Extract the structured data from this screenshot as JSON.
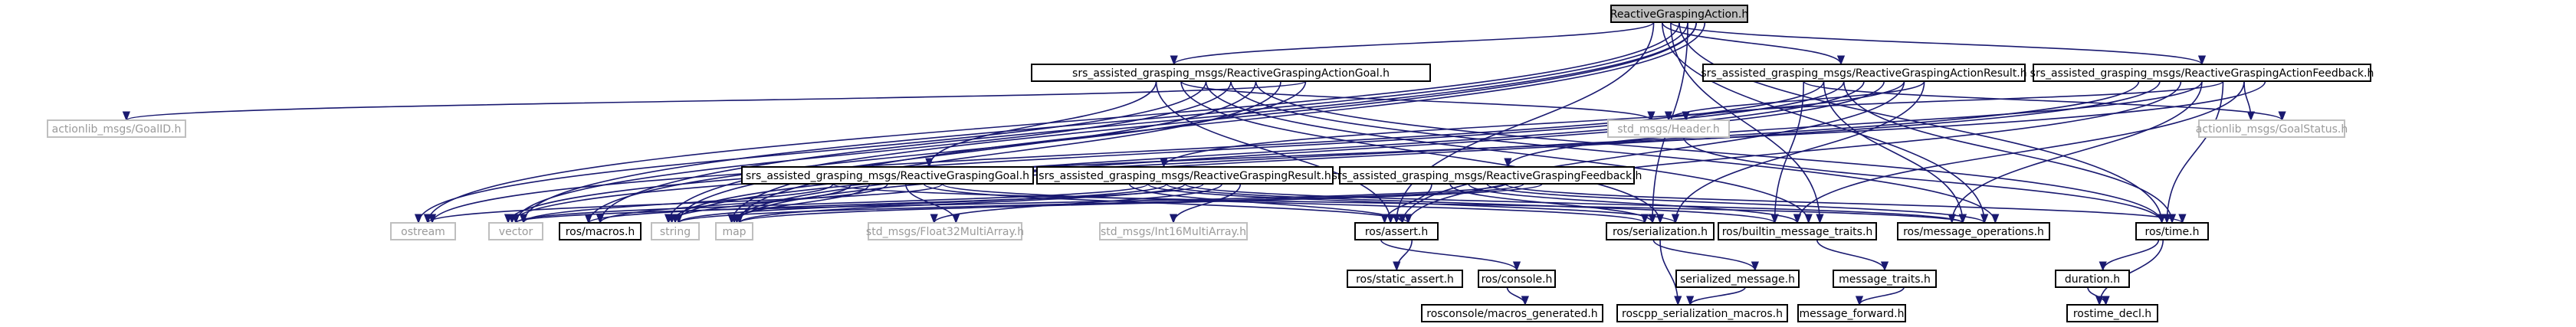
{
  "colors": {
    "edge": "#191970",
    "node_border_dark": "#000000",
    "node_border_light": "#bfbfbf",
    "root_fill": "#bfbfbf",
    "node_fill": "#ffffff",
    "text_dark": "#000000",
    "text_light": "#9a9a9a"
  },
  "nodes": {
    "root": "ReactiveGraspingAction.h",
    "action_goal": "srs_assisted_grasping_msgs/ReactiveGraspingActionGoal.h",
    "action_result": "srs_assisted_grasping_msgs/ReactiveGraspingActionResult.h",
    "action_feedback": "srs_assisted_grasping_msgs/ReactiveGraspingActionFeedback.h",
    "goal_id": "actionlib_msgs/GoalID.h",
    "goal": "srs_assisted_grasping_msgs/ReactiveGraspingGoal.h",
    "result": "srs_assisted_grasping_msgs/ReactiveGraspingResult.h",
    "feedback": "srs_assisted_grasping_msgs/ReactiveGraspingFeedback.h",
    "header": "std_msgs/Header.h",
    "goal_status": "actionlib_msgs/GoalStatus.h",
    "ostream": "ostream",
    "vector": "vector",
    "macros": "ros/macros.h",
    "string": "string",
    "map": "map",
    "float32": "std_msgs/Float32MultiArray.h",
    "int16": "std_msgs/Int16MultiArray.h",
    "assert": "ros/assert.h",
    "serialization": "ros/serialization.h",
    "builtin": "ros/builtin_message_traits.h",
    "msg_ops": "ros/message_operations.h",
    "time": "ros/time.h",
    "static_assert": "ros/static_assert.h",
    "console": "ros/console.h",
    "serialized_message": "serialized_message.h",
    "message_traits": "message_traits.h",
    "duration": "duration.h",
    "macros_generated": "rosconsole/macros_generated.h",
    "ser_macros": "roscpp_serialization_macros.h",
    "message_forward": "message_forward.h",
    "rostime_decl": "rostime_decl.h"
  }
}
